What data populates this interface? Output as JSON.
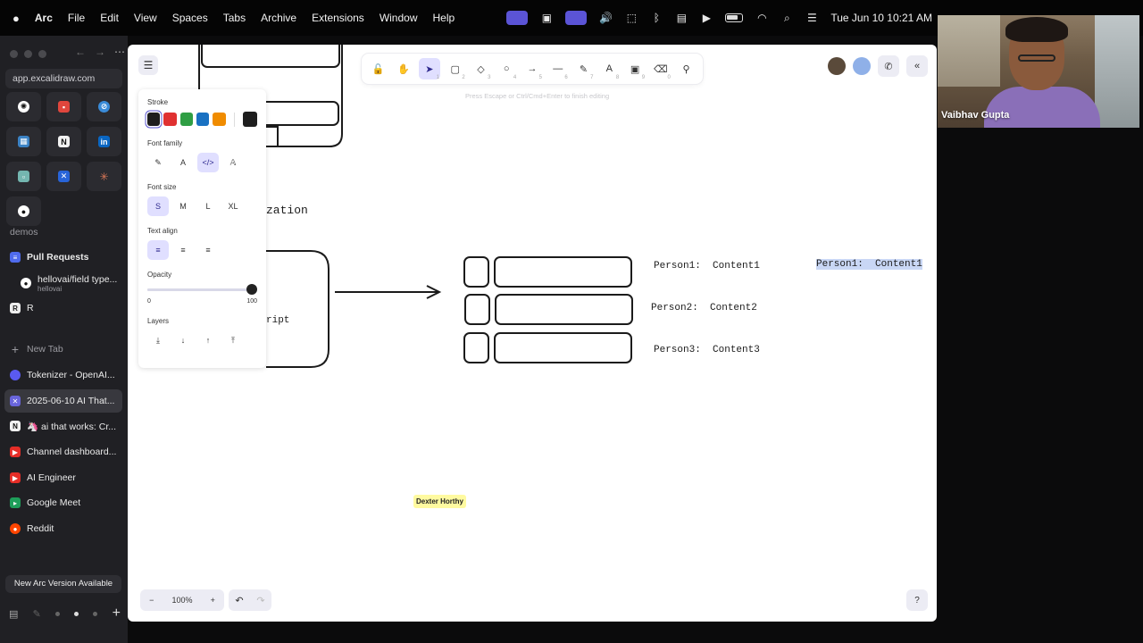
{
  "menubar": {
    "app_name": "Arc",
    "menus": [
      "File",
      "Edit",
      "View",
      "Spaces",
      "Tabs",
      "Archive",
      "Extensions",
      "Window",
      "Help"
    ],
    "clock": "Tue Jun 10  10:21 AM"
  },
  "sidebar": {
    "url": "app.excalidraw.com",
    "space_label": "demos",
    "items": [
      {
        "label": "Pull Requests",
        "icon": "pull-requests-icon",
        "color": "#4f6bed"
      },
      {
        "label": "hellovai/field type...",
        "sublabel": "hellovai",
        "icon": "github-icon",
        "color": "#1b1b1b"
      },
      {
        "label": "R",
        "icon": "r-app-icon",
        "color": "#6b6b70"
      },
      {
        "label": "New Tab",
        "icon": "plus-icon"
      },
      {
        "label": "Tokenizer - OpenAI...",
        "icon": "openai-icon",
        "color": "#5a5af0"
      },
      {
        "label": "2025-06-10 AI That...",
        "icon": "excalidraw-icon",
        "color": "#6965db"
      },
      {
        "label": "🦄 ai that works: Cr...",
        "icon": "notion-icon",
        "color": "#e9e9e9"
      },
      {
        "label": "Channel dashboard...",
        "icon": "youtube-icon",
        "color": "#e52d27"
      },
      {
        "label": "AI Engineer",
        "icon": "youtube-icon",
        "color": "#e52d27"
      },
      {
        "label": "Google Meet",
        "icon": "google-meet-icon",
        "color": "#1e9e5a"
      },
      {
        "label": "Reddit",
        "icon": "reddit-icon",
        "color": "#ff4500"
      }
    ],
    "update_button": "New Arc Version Available"
  },
  "toolbar": {
    "hint": "Press Escape or Ctrl/Cmd+Enter to finish editing",
    "tools": [
      {
        "name": "lock-tool",
        "glyph": "🔓",
        "key": ""
      },
      {
        "name": "hand-tool",
        "glyph": "✋",
        "key": ""
      },
      {
        "name": "selection-tool",
        "glyph": "➤",
        "key": "1"
      },
      {
        "name": "rectangle-tool",
        "glyph": "▢",
        "key": "2"
      },
      {
        "name": "diamond-tool",
        "glyph": "◇",
        "key": "3"
      },
      {
        "name": "ellipse-tool",
        "glyph": "○",
        "key": "4"
      },
      {
        "name": "arrow-tool",
        "glyph": "→",
        "key": "5"
      },
      {
        "name": "line-tool",
        "glyph": "—",
        "key": "6"
      },
      {
        "name": "draw-tool",
        "glyph": "✎",
        "key": "7"
      },
      {
        "name": "text-tool",
        "glyph": "A",
        "key": "8"
      },
      {
        "name": "image-tool",
        "glyph": "▣",
        "key": "9"
      },
      {
        "name": "eraser-tool",
        "glyph": "⌫",
        "key": "0"
      },
      {
        "name": "extra-tools",
        "glyph": "⚲",
        "key": ""
      }
    ]
  },
  "props": {
    "stroke_label": "Stroke",
    "stroke_colors": [
      "#1e1e1e",
      "#e03131",
      "#2f9e44",
      "#1971c2",
      "#f08c00"
    ],
    "stroke_current": "#1e1e1e",
    "font_family_label": "Font family",
    "font_family_options": [
      "✎",
      "A",
      "</>",
      "𝔸"
    ],
    "font_size_label": "Font size",
    "font_sizes": [
      "S",
      "M",
      "L",
      "XL"
    ],
    "text_align_label": "Text align",
    "text_align_options": [
      "≡",
      "≡",
      "≡"
    ],
    "opacity_label": "Opacity",
    "opacity_min": "0",
    "opacity_max": "100",
    "opacity_value": 100,
    "layers_label": "Layers",
    "layer_buttons": [
      "⤓",
      "↓",
      "↑",
      "⤒"
    ]
  },
  "canvas": {
    "partial_heading": "zation",
    "partial_text": "ript",
    "rows": [
      {
        "person": "Person1:",
        "content": "Content1"
      },
      {
        "person": "Person2:",
        "content": "Content2"
      },
      {
        "person": "Person3:",
        "content": "Content3"
      }
    ],
    "highlight": {
      "person": "Person1:",
      "content": "Content1"
    },
    "collaborator_tag": "Dexter Horthy"
  },
  "zoom": {
    "minus": "−",
    "level": "100%",
    "plus": "+"
  },
  "history": {
    "undo": "↶",
    "redo": "↷"
  },
  "help": "?",
  "video": {
    "participant_name": "Vaibhav Gupta"
  }
}
